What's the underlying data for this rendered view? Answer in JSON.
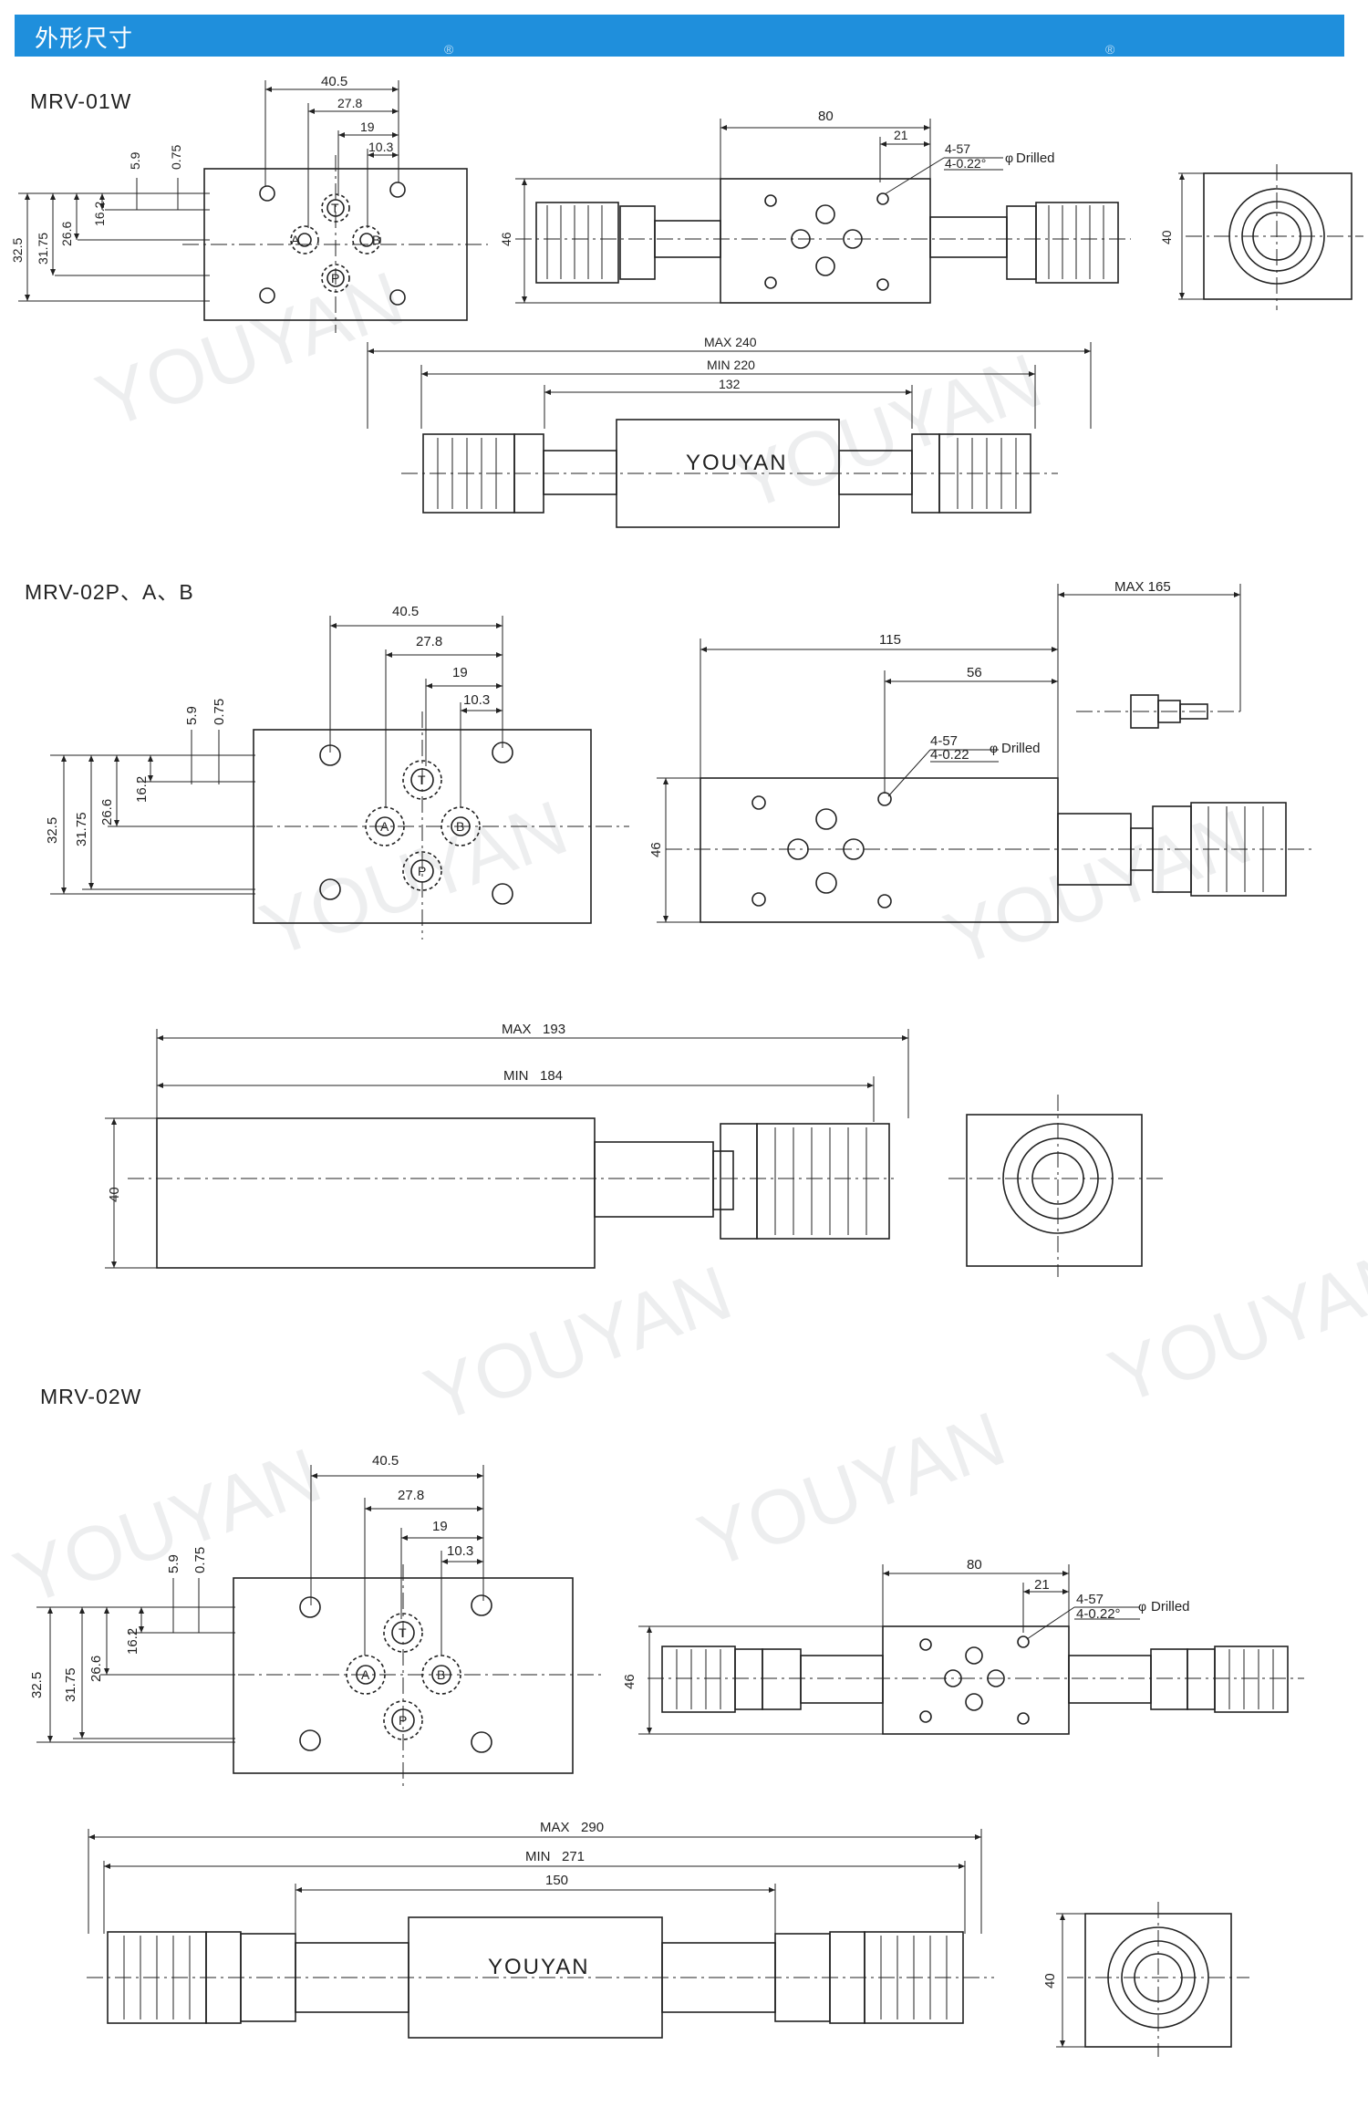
{
  "header": {
    "title": "外形尺寸",
    "registered_mark": "®"
  },
  "watermark": "YOUYAN",
  "sections": [
    {
      "model": "MRV-01W",
      "top_view": {
        "widths": [
          "40.5",
          "27.8",
          "19",
          "10.3"
        ],
        "heights": [
          "32.5",
          "31.75",
          "26.6",
          "16.2",
          "5.9",
          "0.75"
        ],
        "ports": [
          "T",
          "A",
          "B",
          "P"
        ]
      },
      "side_view": {
        "length": "80",
        "offset": "21",
        "hole": [
          "4-57",
          "4-0.22°"
        ],
        "hole_symbol": "φ",
        "drilled": "Drilled",
        "height": "46"
      },
      "end_view": {
        "height": "40"
      },
      "front_view": {
        "max": "MAX 240",
        "min": "MIN 220",
        "body": "132",
        "brand": "YOUYAN"
      }
    },
    {
      "model": "MRV-02P、A、B",
      "top_view": {
        "widths": [
          "40.5",
          "27.8",
          "19",
          "10.3"
        ],
        "heights": [
          "32.5",
          "31.75",
          "26.6",
          "16.2",
          "5.9",
          "0.75"
        ],
        "ports": [
          "T",
          "A",
          "B",
          "P"
        ]
      },
      "side_view": {
        "max": "MAX 165",
        "length": "115",
        "offset": "56",
        "hole": [
          "4-57",
          "4-0.22"
        ],
        "hole_symbol": "φ",
        "drilled": "Drilled",
        "height": "46"
      },
      "front_view": {
        "max": "MAX   193",
        "min": "MIN   184",
        "height": "40"
      }
    },
    {
      "model": "MRV-02W",
      "top_view": {
        "widths": [
          "40.5",
          "27.8",
          "19",
          "10.3"
        ],
        "heights": [
          "32.5",
          "31.75",
          "26.6",
          "16.2",
          "5.9",
          "0.75"
        ],
        "ports": [
          "T",
          "A",
          "B",
          "P"
        ]
      },
      "side_view": {
        "length": "80",
        "offset": "21",
        "hole": [
          "4-57",
          "4-0.22°"
        ],
        "hole_symbol": "φ",
        "drilled": "Drilled",
        "height": "46"
      },
      "front_view": {
        "max": "MAX   290",
        "min": "MIN   271",
        "body": "150",
        "brand": "YOUYAN"
      },
      "end_view": {
        "height": "40"
      }
    }
  ]
}
